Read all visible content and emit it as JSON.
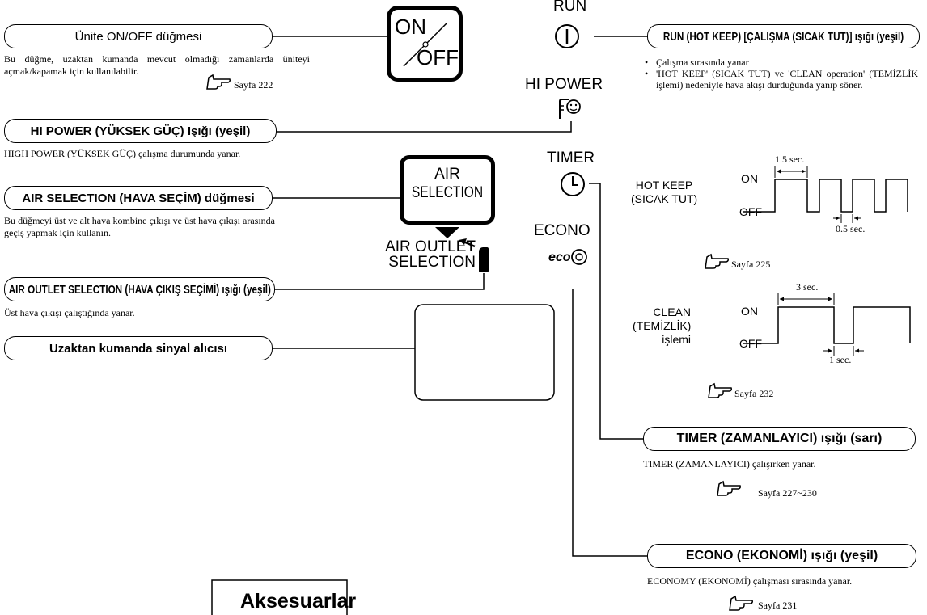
{
  "on_off": {
    "button_on": "ON",
    "button_off": "OFF",
    "label": "Ünite ON/OFF düğmesi",
    "desc": "Bu düğme, uzaktan kumanda mevcut olmadığı zamanlarda üniteyi açmak/kapamak için kullanılabilir.",
    "ref": "Sayfa 222"
  },
  "hi_power": {
    "panel_label": "HI POWER",
    "label": "HI POWER (YÜKSEK GÜÇ) Işığı (yeşil)",
    "desc": "HIGH POWER (YÜKSEK GÜÇ) çalışma durumunda yanar."
  },
  "air_selection": {
    "button_line1": "AIR",
    "button_line2": "SELECTION",
    "label": "AIR SELECTION (HAVA SEÇİM) düğmesi",
    "desc": "Bu düğmeyi üst ve alt hava kombine çıkışı ve üst hava çıkışı arasında geçiş yapmak için kullanın."
  },
  "air_outlet": {
    "panel_line1": "AIR OUTLET",
    "panel_line2": "SELECTION",
    "label": "AIR OUTLET SELECTION (HAVA ÇIKIŞ SEÇİMİ) ışığı (yeşil)",
    "desc": "Üst hava çıkışı çalıştığında yanar."
  },
  "receiver": {
    "label": "Uzaktan kumanda sinyal alıcısı"
  },
  "run": {
    "panel_label": "RUN",
    "label": "RUN (HOT KEEP) [ÇALIŞMA (SICAK TUT)] ışığı (yeşil)",
    "bullets": [
      "Çalışma sırasında yanar",
      "'HOT KEEP' (SICAK TUT) ve 'CLEAN operation' (TEMİZLİK işlemi) nedeniyle hava akışı durduğunda yanıp söner."
    ]
  },
  "timer": {
    "panel_label": "TIMER",
    "label": "TIMER (ZAMANLAYICI) ışığı (sarı)",
    "desc": "TIMER (ZAMANLAYICI) çalışırken yanar.",
    "ref": "Sayfa 227~230"
  },
  "econo": {
    "panel_label": "ECONO",
    "label": "ECONO (EKONOMİ) ışığı (yeşil)",
    "desc": "ECONOMY (EKONOMİ) çalışması sırasında yanar.",
    "ref": "Sayfa 231"
  },
  "hot_keep_chart": {
    "name_line1": "HOT KEEP",
    "name_line2": "(SICAK TUT)",
    "on": "ON",
    "off": "OFF",
    "on_time": "1.5 sec.",
    "off_time": "0.5 sec.",
    "ref": "Sayfa 225"
  },
  "clean_chart": {
    "name_line1": "CLEAN",
    "name_line2": "(TEMİZLİK)",
    "name_line3": "işlemi",
    "on": "ON",
    "off": "OFF",
    "on_time": "3 sec.",
    "off_time": "1 sec.",
    "ref": "Sayfa 232"
  },
  "accessories": {
    "title": "Aksesuarlar"
  },
  "icons": [
    "power-icon",
    "hi-power-icon",
    "clock-icon",
    "eco-icon",
    "pointing-hand-icon",
    "arrow-icon"
  ]
}
